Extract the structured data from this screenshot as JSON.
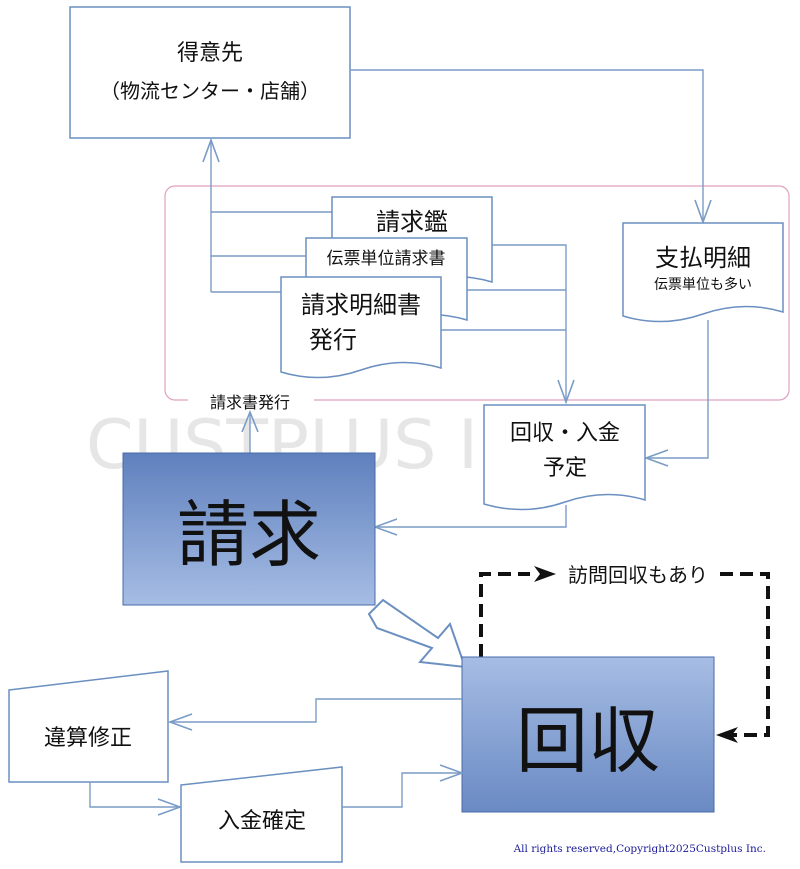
{
  "watermark": "CUSTPLUS IN",
  "customer": {
    "line1": "得意先",
    "line2": "（物流センター・店舗）"
  },
  "docs": {
    "seikyu_kagami": "請求鑑",
    "denpyo_tani": "伝票単位請求書",
    "meisai_line1": "請求明細書",
    "meisai_line2": "発行"
  },
  "payment": {
    "title": "支払明細",
    "sub": "伝票単位も多い"
  },
  "issue_label": "請求書発行",
  "collection_plan": {
    "line1": "回収・入金",
    "line2": "予定"
  },
  "billing": "請求",
  "collection": "回収",
  "visit_label": "訪問回収もあり",
  "correction": "違算修正",
  "deposit": "入金確定",
  "copyright": "All rights reserved,Copyright2025Custplus Inc.",
  "colors": {
    "connector": "#7a9cc6",
    "box_border": "#6a8fc0",
    "frame": "#e0a0c0",
    "billing_fill_top": "#5f80be",
    "billing_fill_bottom": "#a6bde4"
  }
}
